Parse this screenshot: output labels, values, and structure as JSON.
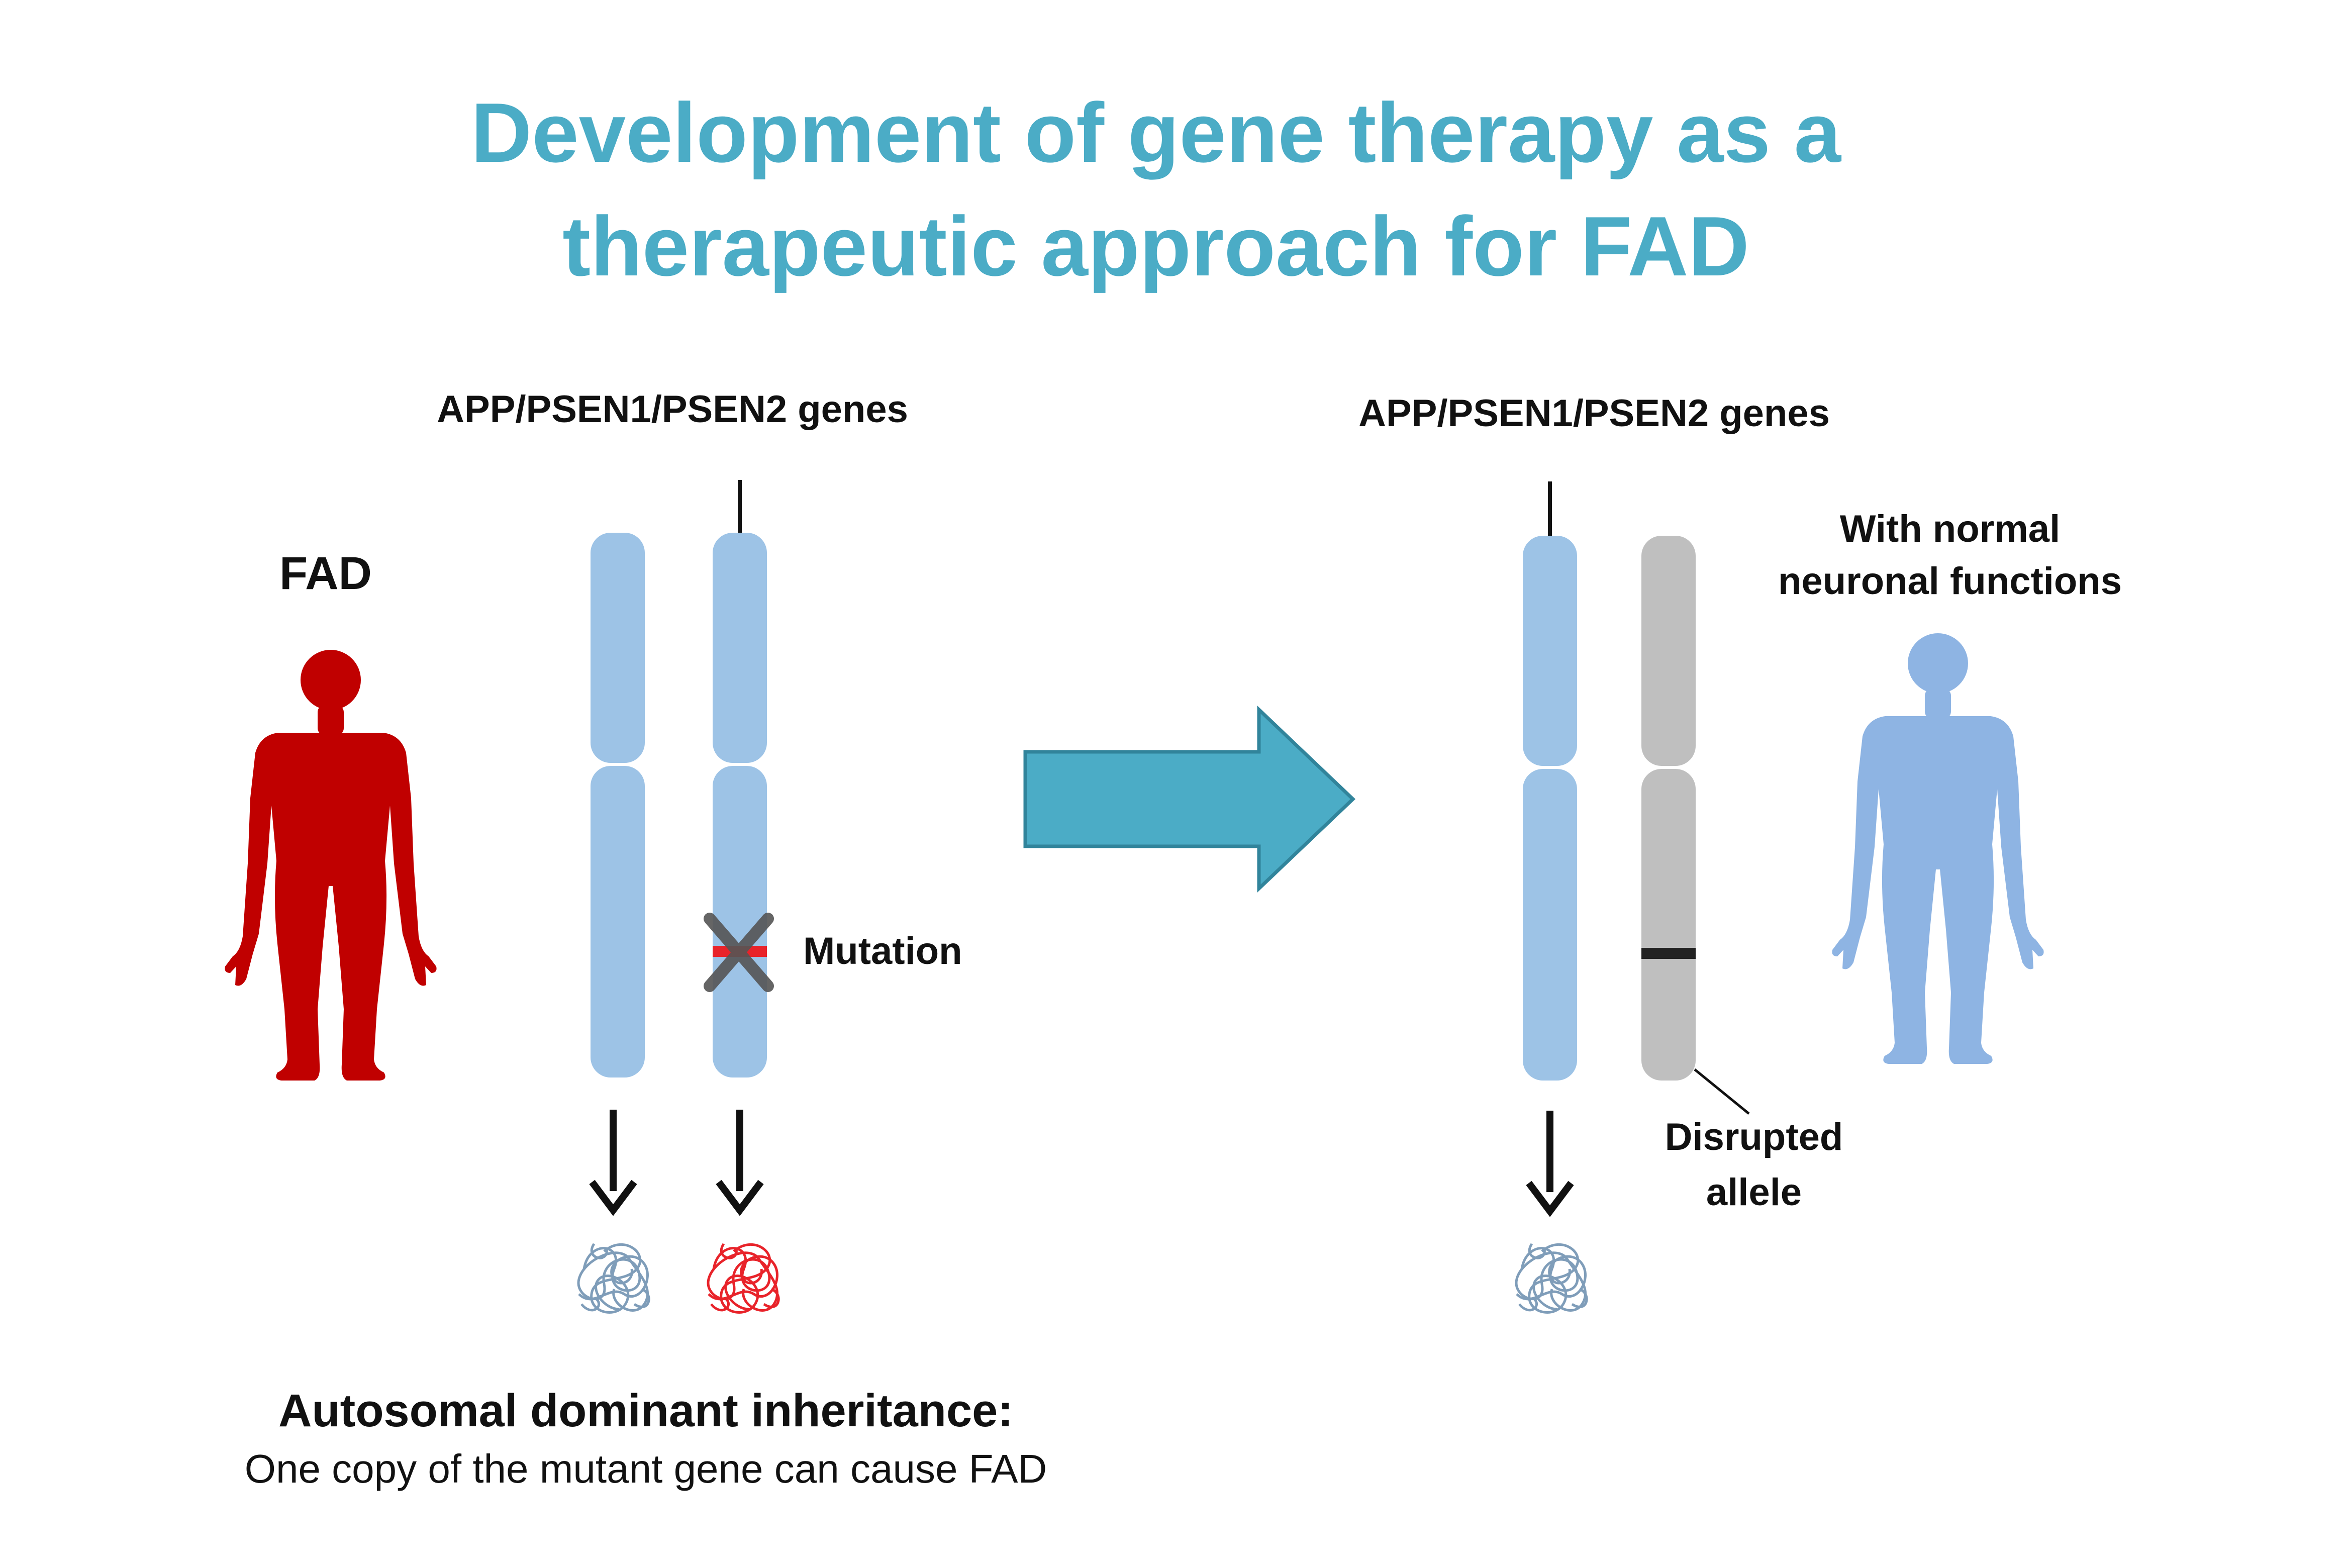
{
  "title": {
    "line1": "Development of gene therapy as a",
    "line2": "therapeutic approach for FAD"
  },
  "left": {
    "condition_label": "FAD",
    "genes_label": "APP/PSEN1/PSEN2 genes",
    "mutation_label": "Mutation",
    "inheritance_heading": "Autosomal dominant inheritance:",
    "inheritance_text": "One copy of the mutant gene can cause FAD"
  },
  "right": {
    "genes_label": "APP/PSEN1/PSEN2 genes",
    "outcome_line1": "With normal",
    "outcome_line2": "neuronal functions",
    "allele_line1": "Disrupted",
    "allele_line2": "allele"
  },
  "icons": {
    "patient": "human-silhouette-icon",
    "healthy_person": "human-silhouette-icon",
    "transition": "right-arrow-icon",
    "protein": "tangled-protein-icon",
    "mutation_mark": "cross-mark-icon"
  },
  "colors": {
    "title": "#4BACC6",
    "chromosome": "#9DC3E6",
    "disrupted_chromosome": "#BFBFBF",
    "patient": "#C00000",
    "healthy_person": "#8EB4E3",
    "arrow_fill": "#4BACC6",
    "arrow_stroke": "#31849B",
    "mutation_band": "#E8232A",
    "normal_protein": "#7F9DB9",
    "mutant_protein": "#E8232A"
  }
}
